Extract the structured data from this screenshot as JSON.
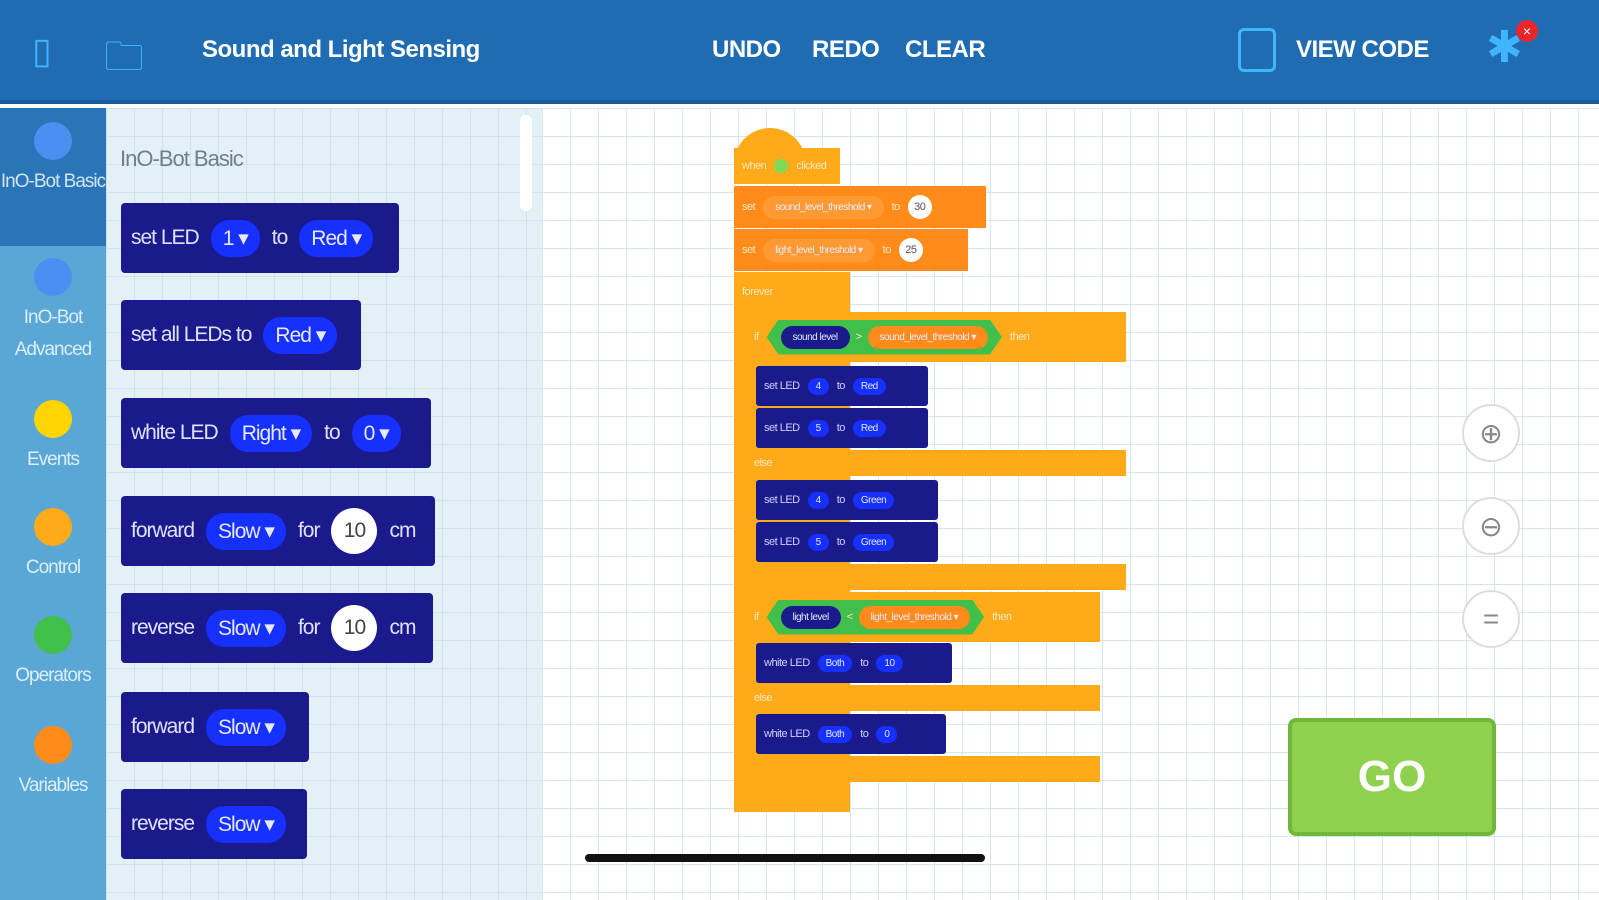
{
  "header": {
    "title": "Sound and Light Sensing",
    "undo": "UNDO",
    "redo": "REDO",
    "clear": "CLEAR",
    "view_code": "VIEW CODE",
    "icons": [
      "save-icon",
      "folder-icon",
      "code-icon",
      "bluetooth-icon"
    ]
  },
  "sidebar": {
    "items": [
      {
        "label": "InO-Bot Basic",
        "color": "#4a90f0"
      },
      {
        "label": "InO-Bot Advanced",
        "color": "#4a90f0"
      },
      {
        "label": "Events",
        "color": "#ffd500"
      },
      {
        "label": "Control",
        "color": "#ffab19"
      },
      {
        "label": "Operators",
        "color": "#40bf4a"
      },
      {
        "label": "Variables",
        "color": "#ff8c1a"
      }
    ]
  },
  "palette": {
    "title": "InO-Bot Basic",
    "blocks": [
      {
        "a": "set LED",
        "b": "1",
        "c": "to",
        "d": "Red"
      },
      {
        "a": "set all LEDs to",
        "d": "Red"
      },
      {
        "a": "white LED",
        "b": "Right",
        "c": "to",
        "d": "0"
      },
      {
        "a": "forward",
        "b": "Slow",
        "c": "for",
        "n": "10",
        "u": "cm"
      },
      {
        "a": "reverse",
        "b": "Slow",
        "c": "for",
        "n": "10",
        "u": "cm"
      },
      {
        "a": "forward",
        "b": "Slow"
      },
      {
        "a": "reverse",
        "b": "Slow"
      }
    ]
  },
  "script": {
    "hat": {
      "when": "when",
      "clicked": "clicked"
    },
    "set1": {
      "set": "set",
      "var": "sound_level_threshold",
      "to": "to",
      "val": "30"
    },
    "set2": {
      "set": "set",
      "var": "light_level_threshold",
      "to": "to",
      "val": "25"
    },
    "forever": "forever",
    "if1": {
      "if": "if",
      "left": "sound level",
      "op": ">",
      "right": "sound_level_threshold",
      "then": "then",
      "else": "else"
    },
    "led1": {
      "a": "set LED",
      "n": "4",
      "to": "to",
      "c": "Red"
    },
    "led2": {
      "a": "set LED",
      "n": "5",
      "to": "to",
      "c": "Red"
    },
    "led3": {
      "a": "set LED",
      "n": "4",
      "to": "to",
      "c": "Green"
    },
    "led4": {
      "a": "set LED",
      "n": "5",
      "to": "to",
      "c": "Green"
    },
    "if2": {
      "if": "if",
      "left": "light level",
      "op": "<",
      "right": "light_level_threshold",
      "then": "then",
      "else": "else"
    },
    "wl1": {
      "a": "white LED",
      "s": "Both",
      "to": "to",
      "v": "10"
    },
    "wl2": {
      "a": "white LED",
      "s": "Both",
      "to": "to",
      "v": "0"
    }
  },
  "go": "GO"
}
